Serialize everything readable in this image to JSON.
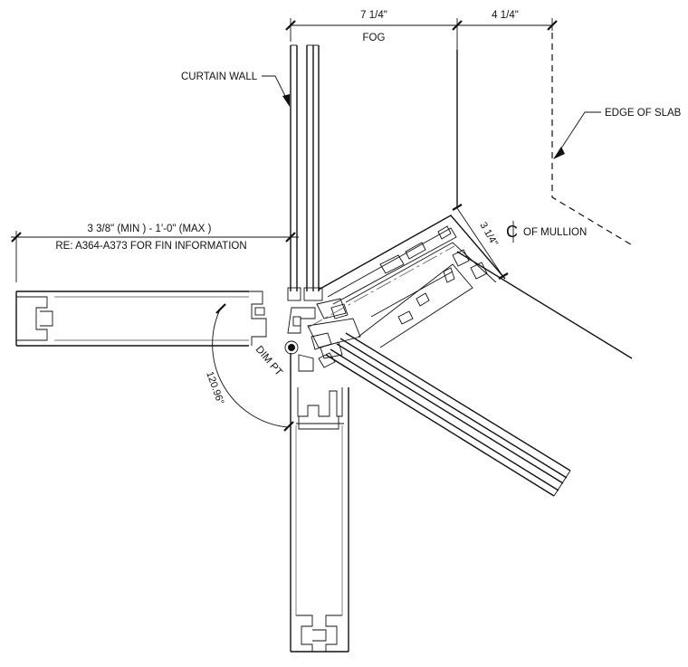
{
  "dimensions": {
    "top_left": "7 1/4\"",
    "top_right": "4 1/4\"",
    "fog": "FOG",
    "fin_range": "3 3/8\"  (MIN )  - 1'-0\"   (MAX )",
    "fin_note": "RE: A364-A373 FOR FIN INFORMATION",
    "mullion_offset": "3 1/4\"",
    "angle": "120.96°"
  },
  "labels": {
    "curtain_wall": "CURTAIN WALL",
    "edge_of_slab": "EDGE OF SLAB",
    "centerline_symbol": "C",
    "of_mullion": "OF MULLION",
    "dim_pt": "DIM PT"
  }
}
